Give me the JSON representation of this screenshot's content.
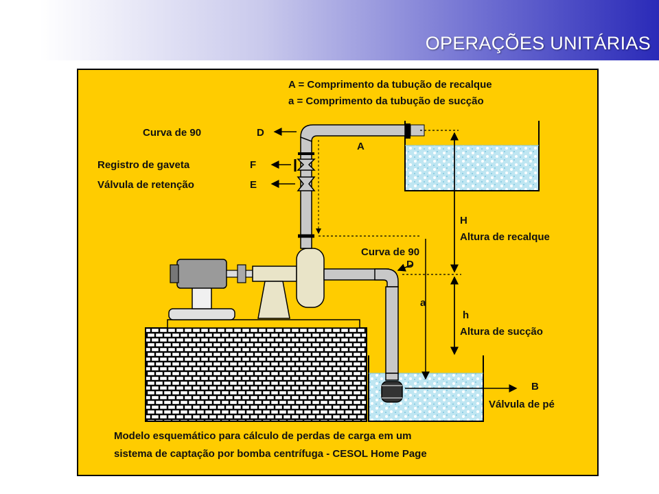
{
  "header": {
    "title": "OPERAÇÕES UNITÁRIAS"
  },
  "diagram": {
    "legend_A": "A = Comprimento da tubução de recalque",
    "legend_a": "a = Comprimento da tubução de sucção",
    "curva_top": "Curva de 90",
    "curva_top_letter": "D",
    "registro": "Registro de gaveta",
    "registro_letter": "F",
    "valvula_retencao": "Válvula de retenção",
    "valvula_retencao_letter": "E",
    "pipe_A_letter": "A",
    "H_letter": "H",
    "altura_recalque": "Altura de recalque",
    "curva_mid": "Curva de 90",
    "curva_mid_letter": "D",
    "a_letter": "a",
    "h_letter": "h",
    "altura_succao": "Altura de sucção",
    "B_letter": "B",
    "valvula_pe": "Válvula de pé",
    "caption_line1": "Modelo esquemático para cálculo de perdas de carga em um",
    "caption_line2": "sistema de captação por bomba centrífuga - CESOL Home Page"
  },
  "colors": {
    "panel": "#FFCC00",
    "water": "#B8E4F0",
    "pipe": "#C8C8C8",
    "header_dark": "#2A2AB8"
  }
}
